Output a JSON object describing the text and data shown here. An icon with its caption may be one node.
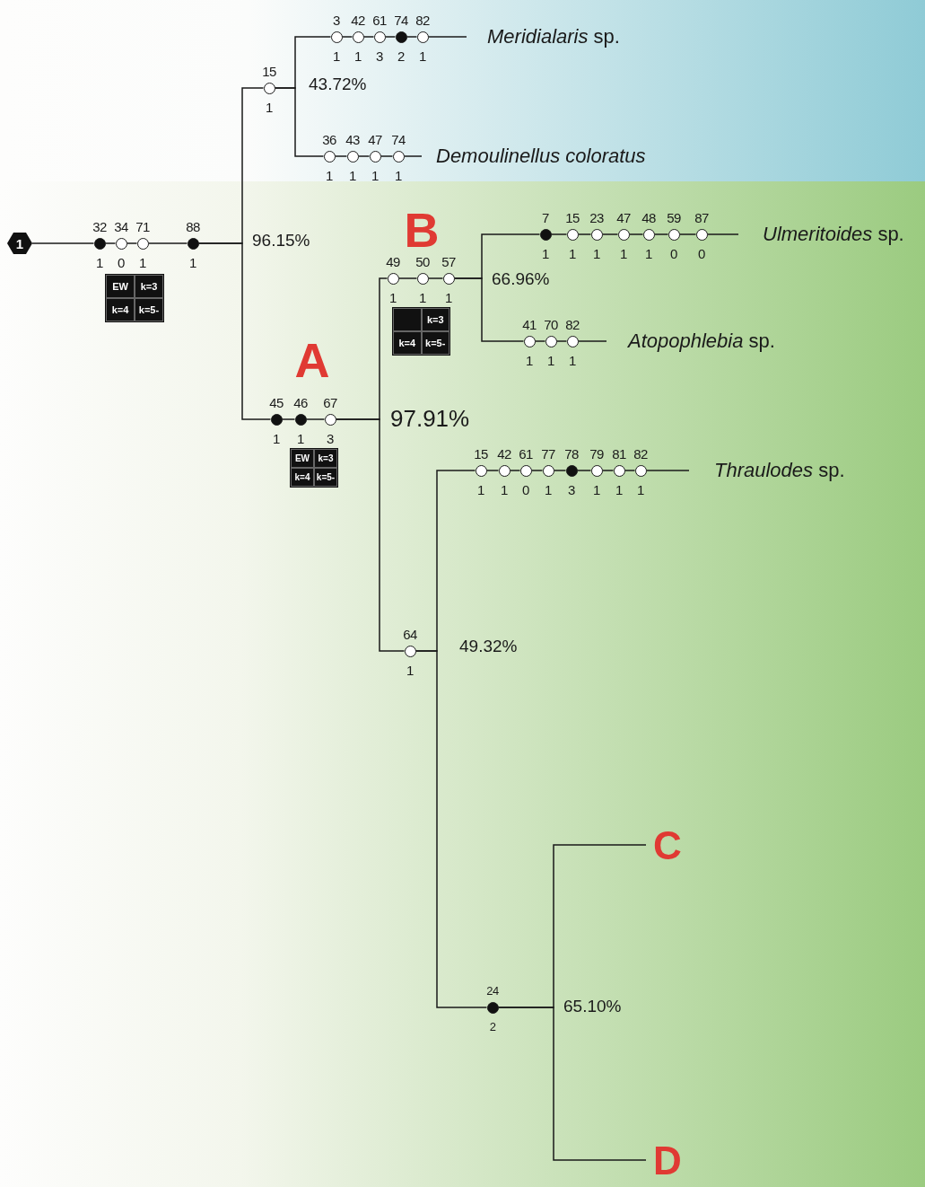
{
  "diagram": {
    "nodes": [
      {
        "text": [
          "1"
        ]
      },
      {
        "text": [],
        "shape": "dot",
        "beside": [
          "32",
          "1"
        ]
      },
      {
        "text": [],
        "shape": "circle",
        "beside": [
          "34",
          "0"
        ]
      },
      {
        "text": [],
        "shape": "circle",
        "beside": [
          "71",
          "1"
        ]
      },
      {
        "text": [],
        "shape": "dot",
        "beside": [
          "88",
          "1"
        ]
      },
      {
        "text": [
          "EW",
          "k=3",
          "k=4",
          "k=5-"
        ]
      },
      {
        "text": [],
        "shape": "circle",
        "beside": [
          "15",
          "1"
        ]
      },
      {
        "text": [],
        "shape": "circle",
        "beside": [
          "3",
          "1"
        ]
      },
      {
        "text": [],
        "shape": "circle",
        "beside": [
          "42",
          "1"
        ]
      },
      {
        "text": [],
        "shape": "circle",
        "beside": [
          "61",
          "3"
        ]
      },
      {
        "text": [],
        "shape": "dot",
        "beside": [
          "74",
          "2"
        ]
      },
      {
        "text": [],
        "shape": "circle",
        "beside": [
          "82",
          "1"
        ]
      },
      {
        "text": [
          "*Meridialaris* sp."
        ]
      },
      {
        "text": [],
        "shape": "circle",
        "beside": [
          "36",
          "1"
        ]
      },
      {
        "text": [],
        "shape": "circle",
        "beside": [
          "43",
          "1"
        ]
      },
      {
        "text": [],
        "shape": "circle",
        "beside": [
          "47",
          "1"
        ]
      },
      {
        "text": [],
        "shape": "circle",
        "beside": [
          "74",
          "1"
        ]
      },
      {
        "text": [
          "Demoulinellus coloratus"
        ]
      },
      {
        "text": [],
        "shape": "dot",
        "beside": [
          "45",
          "1"
        ]
      },
      {
        "text": [],
        "shape": "dot",
        "beside": [
          "46",
          "1"
        ]
      },
      {
        "text": [],
        "shape": "circle",
        "beside": [
          "67",
          "3"
        ]
      },
      {
        "text": [
          "EW",
          "k=3",
          "k=4",
          "k=5-"
        ]
      },
      {
        "text": [],
        "shape": "circle",
        "beside": [
          "49",
          "1"
        ]
      },
      {
        "text": [],
        "shape": "circle",
        "beside": [
          "50",
          "1"
        ]
      },
      {
        "text": [],
        "shape": "circle",
        "beside": [
          "57",
          "1"
        ]
      },
      {
        "text": [
          "k=3",
          "k=4",
          "k=5-"
        ]
      },
      {
        "text": [],
        "shape": "dot",
        "beside": [
          "7",
          "1"
        ]
      },
      {
        "text": [],
        "shape": "circle",
        "beside": [
          "15",
          "1"
        ]
      },
      {
        "text": [],
        "shape": "circle",
        "beside": [
          "23",
          "1"
        ]
      },
      {
        "text": [],
        "shape": "circle",
        "beside": [
          "47",
          "1"
        ]
      },
      {
        "text": [],
        "shape": "circle",
        "beside": [
          "48",
          "1"
        ]
      },
      {
        "text": [],
        "shape": "circle",
        "beside": [
          "59",
          "0"
        ]
      },
      {
        "text": [],
        "shape": "circle",
        "beside": [
          "87",
          "0"
        ]
      },
      {
        "text": [
          "*Ulmeritoides* sp."
        ]
      },
      {
        "text": [],
        "shape": "circle",
        "beside": [
          "41",
          "1"
        ]
      },
      {
        "text": [],
        "shape": "circle",
        "beside": [
          "70",
          "1"
        ]
      },
      {
        "text": [],
        "shape": "circle",
        "beside": [
          "82",
          "1"
        ]
      },
      {
        "text": [
          "*Atopophlebia* sp."
        ]
      },
      {
        "text": [],
        "shape": "circle",
        "beside": [
          "64",
          "1"
        ]
      },
      {
        "text": [],
        "shape": "circle",
        "beside": [
          "15",
          "1"
        ]
      },
      {
        "text": [],
        "shape": "circle",
        "beside": [
          "42",
          "1"
        ]
      },
      {
        "text": [],
        "shape": "circle",
        "beside": [
          "61",
          "0"
        ]
      },
      {
        "text": [],
        "shape": "circle",
        "beside": [
          "77",
          "1"
        ]
      },
      {
        "text": [],
        "shape": "dot",
        "beside": [
          "78",
          "3"
        ]
      },
      {
        "text": [],
        "shape": "circle",
        "beside": [
          "79",
          "1"
        ]
      },
      {
        "text": [],
        "shape": "circle",
        "beside": [
          "81",
          "1"
        ]
      },
      {
        "text": [],
        "shape": "circle",
        "beside": [
          "82",
          "1"
        ]
      },
      {
        "text": [
          "*Thraulodes* sp."
        ]
      },
      {
        "text": [],
        "shape": "dot",
        "beside": [
          "24",
          "2"
        ]
      },
      {
        "text": [
          "C"
        ]
      },
      {
        "text": [
          "D"
        ]
      }
    ],
    "edges": [
      {
        "from": 0,
        "to": 1,
        "arrow": "none"
      },
      {
        "from": 1,
        "to": 2,
        "arrow": "none"
      },
      {
        "from": 2,
        "to": 3,
        "arrow": "none"
      },
      {
        "from": 3,
        "to": 4,
        "arrow": "none"
      },
      {
        "from": 4,
        "to": 6,
        "arrow": "none"
      },
      {
        "from": 4,
        "to": 18,
        "arrow": "none"
      },
      {
        "from": 6,
        "to": 7,
        "arrow": "none"
      },
      {
        "from": 7,
        "to": 8,
        "arrow": "none"
      },
      {
        "from": 8,
        "to": 9,
        "arrow": "none"
      },
      {
        "from": 9,
        "to": 10,
        "arrow": "none"
      },
      {
        "from": 10,
        "to": 11,
        "arrow": "none"
      },
      {
        "from": 11,
        "to": 12,
        "arrow": "none"
      },
      {
        "from": 6,
        "to": 13,
        "arrow": "none"
      },
      {
        "from": 13,
        "to": 14,
        "arrow": "none"
      },
      {
        "from": 14,
        "to": 15,
        "arrow": "none"
      },
      {
        "from": 15,
        "to": 16,
        "arrow": "none"
      },
      {
        "from": 16,
        "to": 17,
        "arrow": "none"
      },
      {
        "from": 18,
        "to": 19,
        "arrow": "none"
      },
      {
        "from": 19,
        "to": 20,
        "arrow": "none"
      },
      {
        "from": 20,
        "to": 22,
        "arrow": "none"
      },
      {
        "from": 20,
        "to": 38,
        "arrow": "none"
      },
      {
        "from": 22,
        "to": 23,
        "arrow": "none"
      },
      {
        "from": 23,
        "to": 24,
        "arrow": "none"
      },
      {
        "from": 24,
        "to": 26,
        "arrow": "none"
      },
      {
        "from": 24,
        "to": 34,
        "arrow": "none"
      },
      {
        "from": 26,
        "to": 27,
        "arrow": "none"
      },
      {
        "from": 27,
        "to": 28,
        "arrow": "none"
      },
      {
        "from": 28,
        "to": 29,
        "arrow": "none"
      },
      {
        "from": 29,
        "to": 30,
        "arrow": "none"
      },
      {
        "from": 30,
        "to": 31,
        "arrow": "none"
      },
      {
        "from": 31,
        "to": 32,
        "arrow": "none"
      },
      {
        "from": 32,
        "to": 33,
        "arrow": "none"
      },
      {
        "from": 34,
        "to": 35,
        "arrow": "none"
      },
      {
        "from": 35,
        "to": 36,
        "arrow": "none"
      },
      {
        "from": 36,
        "to": 37,
        "arrow": "none"
      },
      {
        "from": 38,
        "to": 39,
        "arrow": "none"
      },
      {
        "from": 38,
        "to": 48,
        "arrow": "none"
      },
      {
        "from": 39,
        "to": 40,
        "arrow": "none"
      },
      {
        "from": 40,
        "to": 41,
        "arrow": "none"
      },
      {
        "from": 41,
        "to": 42,
        "arrow": "none"
      },
      {
        "from": 42,
        "to": 43,
        "arrow": "none"
      },
      {
        "from": 43,
        "to": 44,
        "arrow": "none"
      },
      {
        "from": 44,
        "to": 45,
        "arrow": "none"
      },
      {
        "from": 45,
        "to": 46,
        "arrow": "none"
      },
      {
        "from": 46,
        "to": 47,
        "arrow": "none"
      },
      {
        "from": 48,
        "to": 49,
        "arrow": "none"
      },
      {
        "from": 48,
        "to": 50,
        "arrow": "none"
      }
    ],
    "labels": [
      "43.72%",
      "B",
      "96.15%",
      "66.96%",
      "A",
      "97.91%",
      "49.32%",
      "65.10%"
    ]
  }
}
